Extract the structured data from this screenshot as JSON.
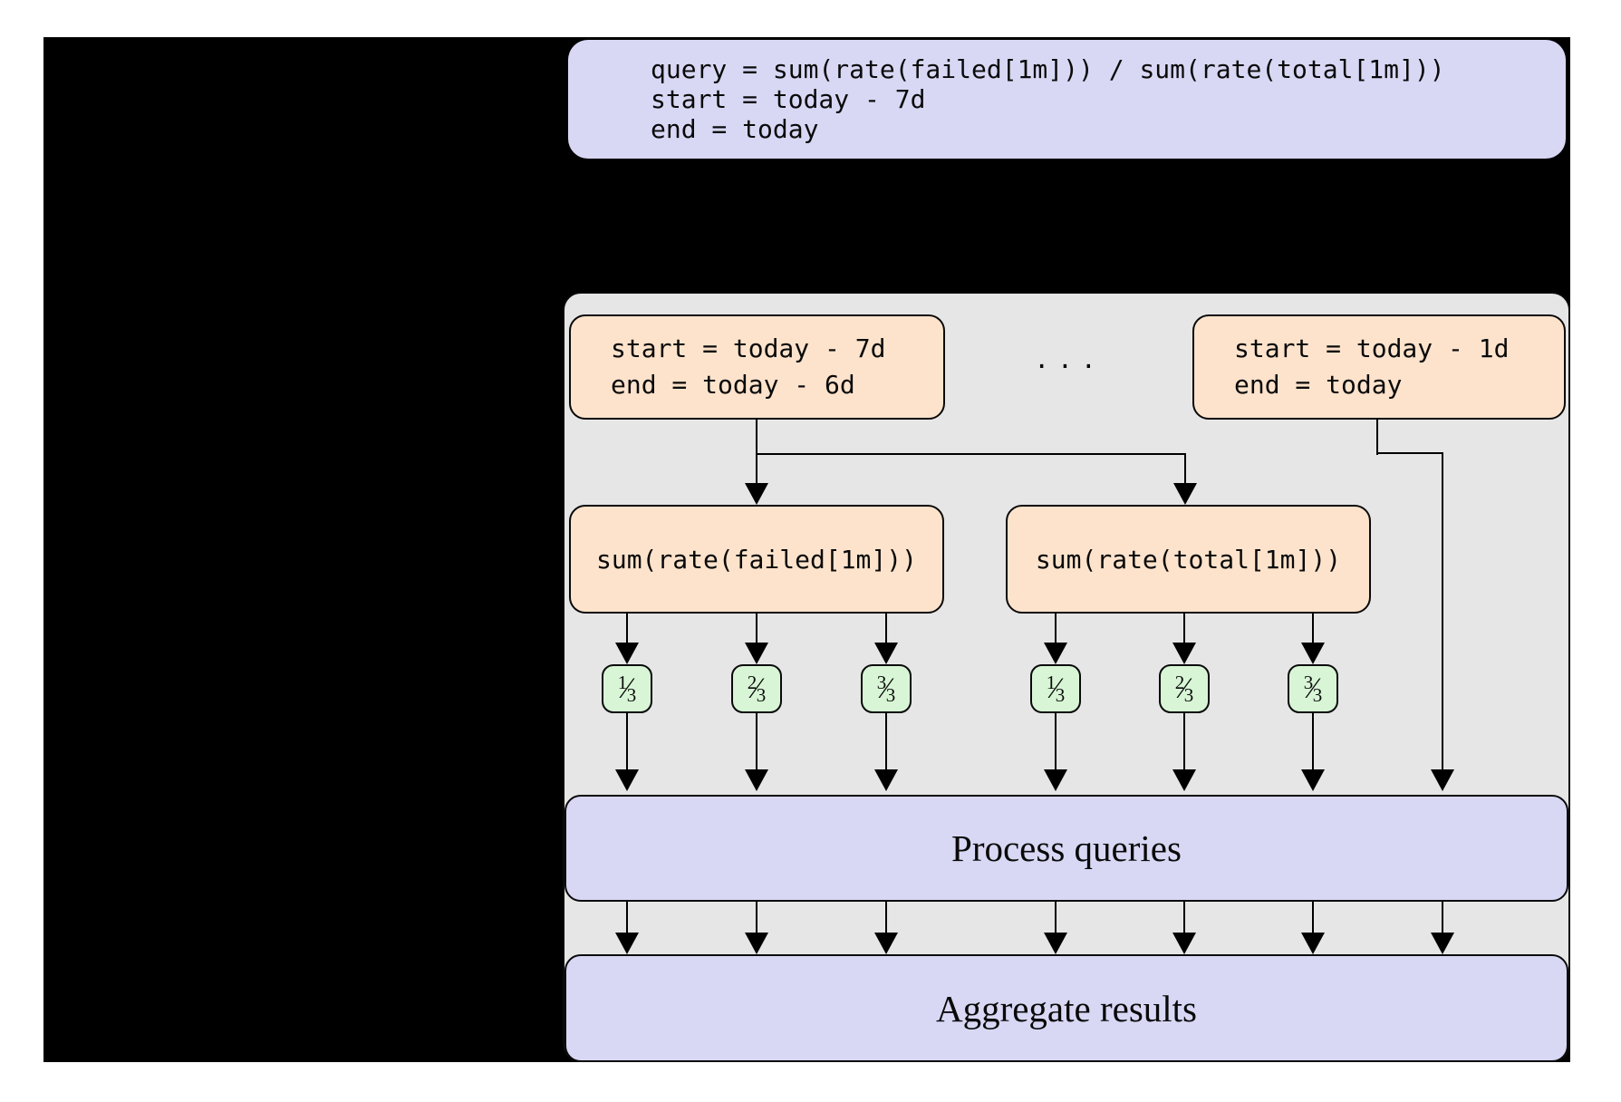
{
  "colors": {
    "canvas": "#000000",
    "code_box": "#d8d8f5",
    "stage_box": "#d8d8f5",
    "date_box": "#fde3cc",
    "query_box": "#fde3cc",
    "shard_box": "#d8f6d6",
    "container": "#e6e6e6",
    "line": "#000000",
    "text": "#0a0a0a"
  },
  "code_box": {
    "lines": [
      "query = sum(rate(failed[1m])) / sum(rate(total[1m]))",
      "start = today - 7d",
      "end = today"
    ]
  },
  "split_container": {
    "date_boxes": [
      {
        "lines": [
          "start = today - 7d",
          "end = today - 6d"
        ]
      },
      {
        "lines": [
          "start = today - 1d",
          "end = today"
        ]
      }
    ],
    "ellipsis": "...",
    "query_boxes": [
      {
        "label": "sum(rate(failed[1m]))"
      },
      {
        "label": "sum(rate(total[1m]))"
      }
    ],
    "shards": [
      {
        "num": "1",
        "den": "3"
      },
      {
        "num": "2",
        "den": "3"
      },
      {
        "num": "3",
        "den": "3"
      },
      {
        "num": "1",
        "den": "3"
      },
      {
        "num": "2",
        "den": "3"
      },
      {
        "num": "3",
        "den": "3"
      }
    ],
    "stages": [
      {
        "label": "Process queries"
      },
      {
        "label": "Aggregate results"
      }
    ]
  }
}
